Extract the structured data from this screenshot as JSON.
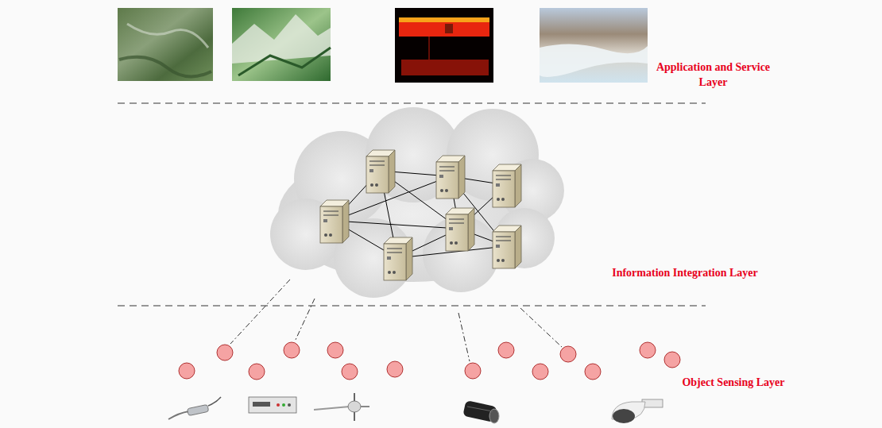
{
  "diagram": {
    "labels": [
      "Application and Service Layer",
      "Information Integration Layer",
      "Object Sensing Layer"
    ]
  }
}
